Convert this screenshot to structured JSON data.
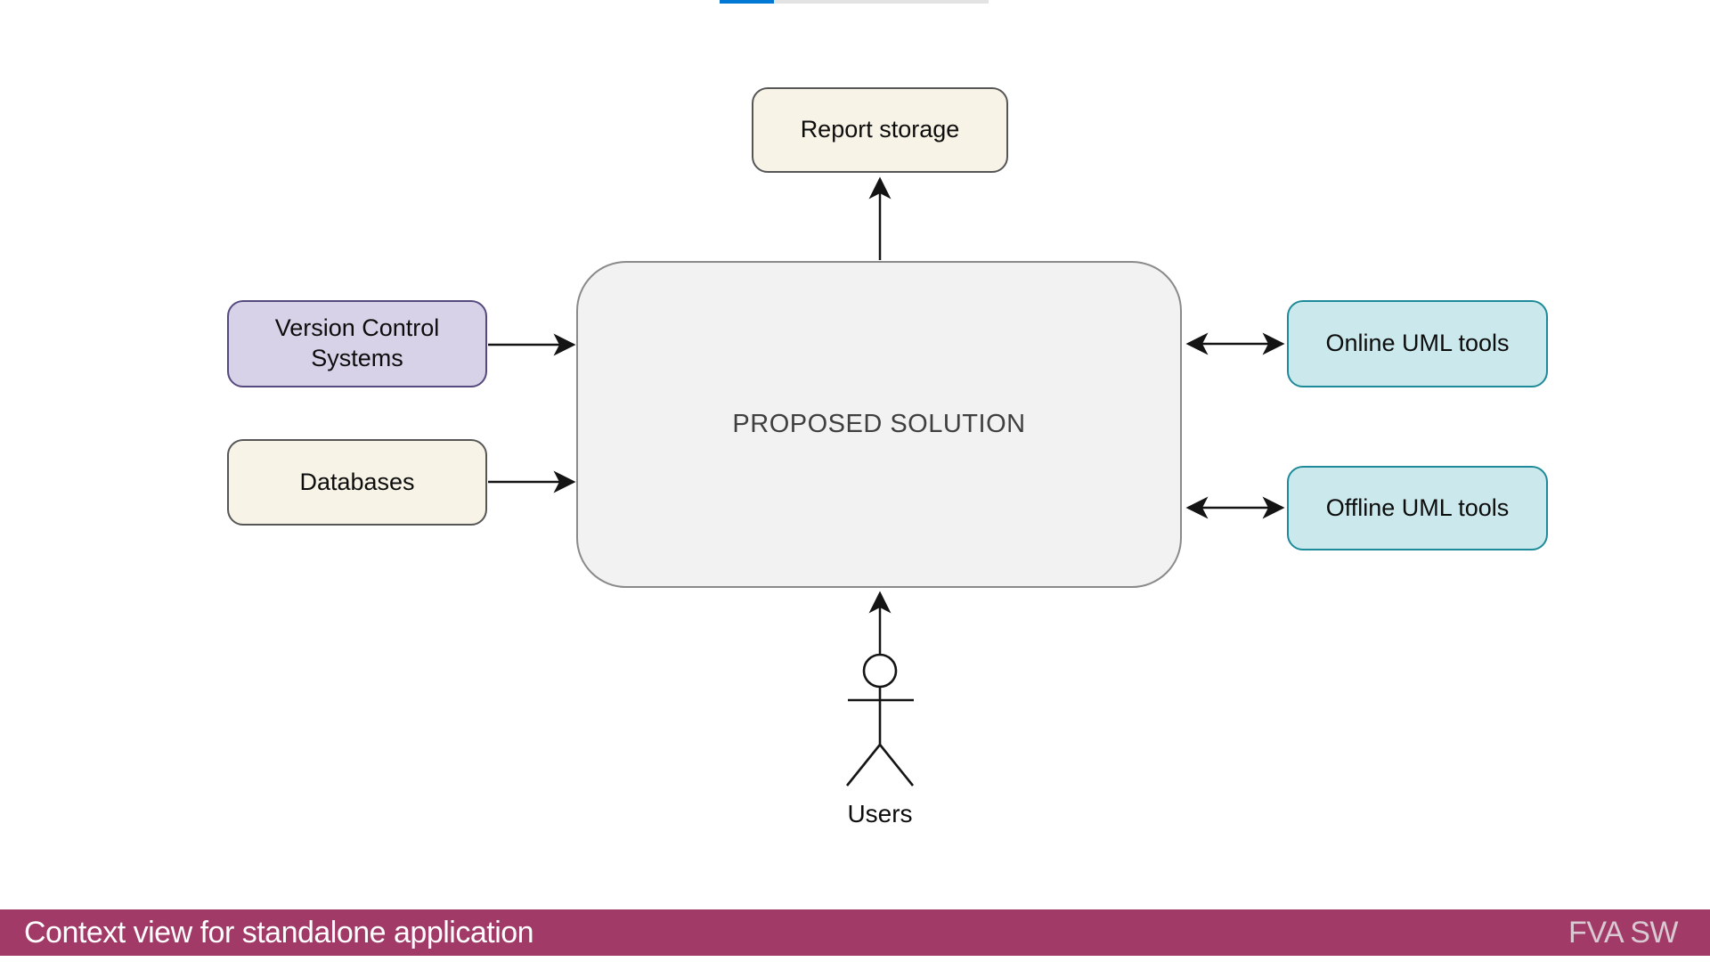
{
  "top_bar": {
    "progress_color": "#0078d4",
    "track_color": "#e3e3e3"
  },
  "diagram": {
    "center_label": "PROPOSED SOLUTION",
    "report_storage_label": "Report storage",
    "version_control_label": "Version Control Systems",
    "databases_label": "Databases",
    "online_uml_label": "Online UML tools",
    "offline_uml_label": "Offline UML tools",
    "users_label": "Users",
    "colors": {
      "center_fill": "#f2f2f2",
      "center_border": "#8a8a8a",
      "cream_fill": "#f7f3e6",
      "cream_border": "#565656",
      "lavender_fill": "#d8d2e8",
      "lavender_border": "#56497d",
      "teal_fill": "#cbe9ec",
      "teal_border": "#1d8a99",
      "arrow": "#141414"
    }
  },
  "footer": {
    "title": "Context view for standalone application",
    "brand": "FVA SW",
    "bar_color": "#a13a67"
  }
}
